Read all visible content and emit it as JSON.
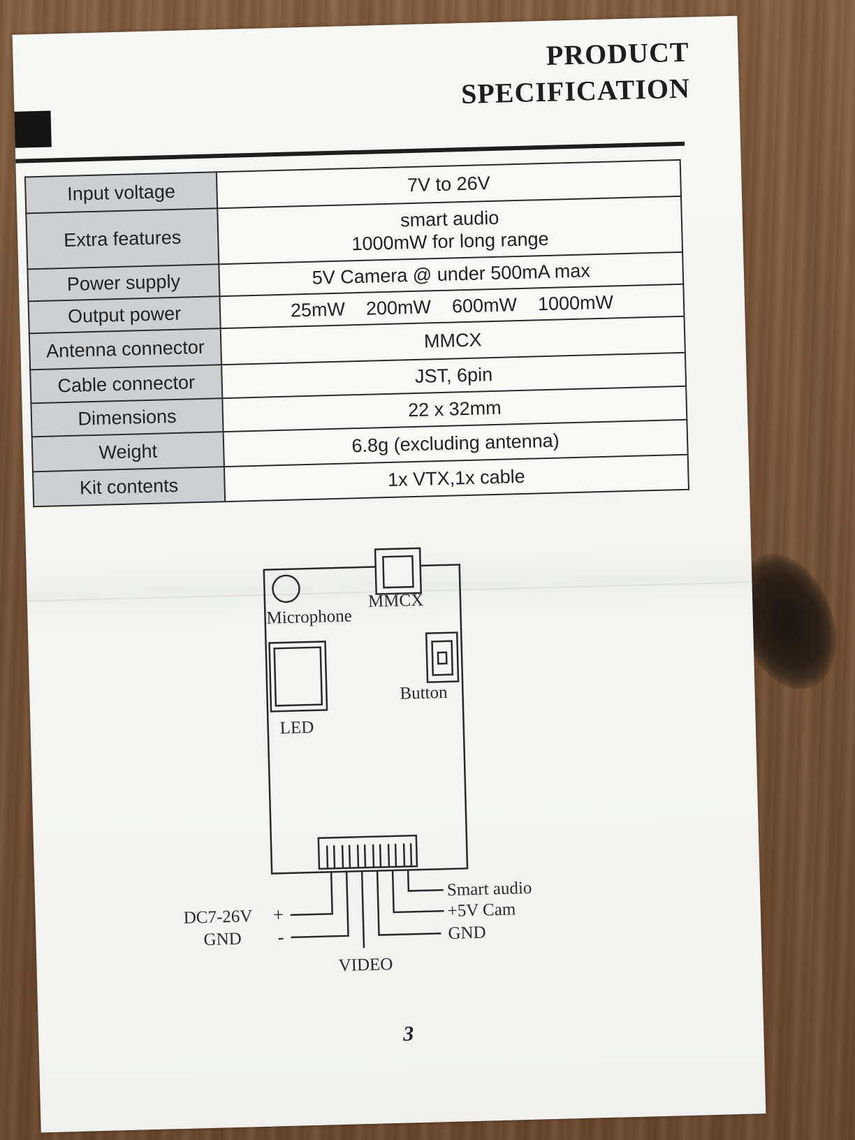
{
  "heading": {
    "line1": "PRODUCT",
    "line2": "SPECIFICATION"
  },
  "specs": [
    {
      "label": "Input voltage",
      "value": "7V to 26V"
    },
    {
      "label": "Extra features",
      "value_lines": [
        "smart audio",
        "1000mW for long range"
      ]
    },
    {
      "label": "Power supply",
      "value": "5V Camera @ under  500mA max"
    },
    {
      "label": "Output power",
      "values": [
        "25mW",
        "200mW",
        "600mW",
        "1000mW"
      ]
    },
    {
      "label": "Antenna connector",
      "value": "MMCX"
    },
    {
      "label": "Cable connector",
      "value": "JST, 6pin"
    },
    {
      "label": "Dimensions",
      "value": "22 x 32mm"
    },
    {
      "label": "Weight",
      "value": "6.8g (excluding antenna)"
    },
    {
      "label": "Kit contents",
      "value": "1x VTX,1x cable"
    }
  ],
  "diagram": {
    "microphone": "Microphone",
    "mmcx": "MMCX",
    "button": "Button",
    "led": "LED",
    "dc_in": "DC7-26V",
    "plus": "+",
    "gnd_left": "GND",
    "minus": "-",
    "video": "VIDEO",
    "smart_audio": "Smart audio",
    "cam_5v": "+5V  Cam",
    "gnd_right": "GND"
  },
  "page_number": "3",
  "colors": {
    "label_cell": "#cdd0d3",
    "paper": "#f4f5f3",
    "ink": "#222222",
    "table_border": "#2b2b2b"
  }
}
